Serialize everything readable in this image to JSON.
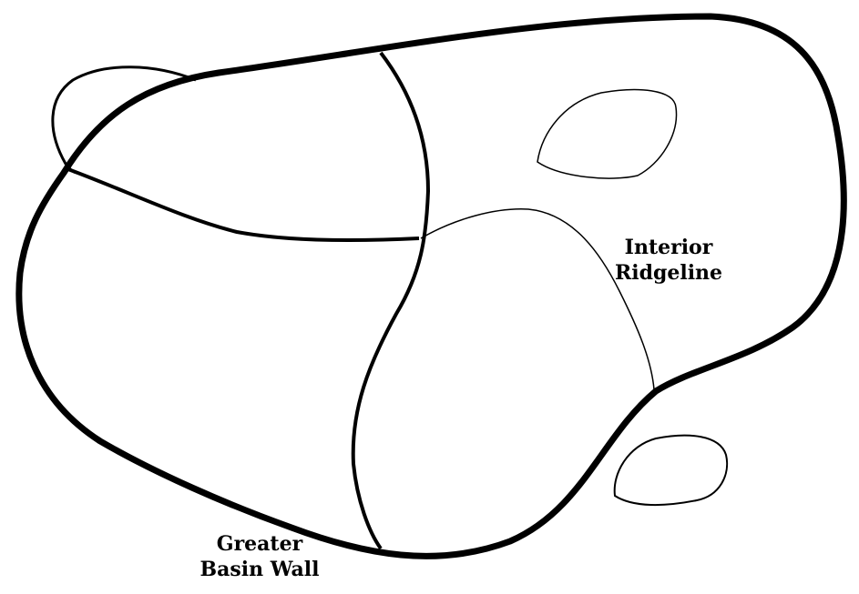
{
  "labels": {
    "interior_ridgeline": [
      "Interior",
      "Ridgeline"
    ],
    "greater_basin_wall": [
      "Greater",
      "Basin Wall"
    ]
  },
  "colors": {
    "stroke": "#000000",
    "background": "#ffffff"
  }
}
